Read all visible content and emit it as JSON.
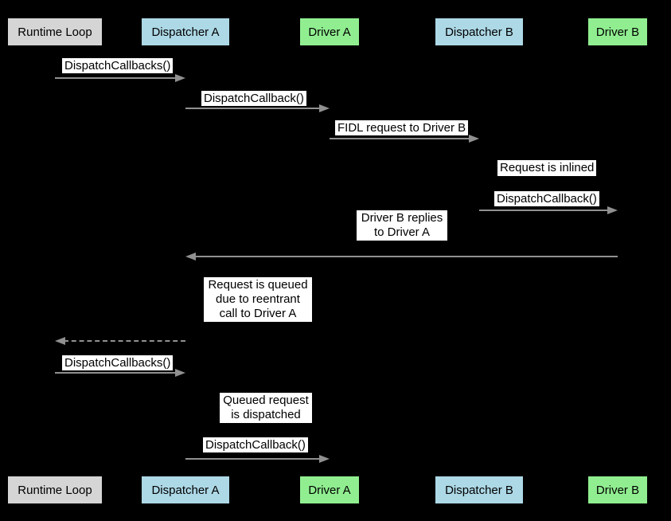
{
  "diagram": {
    "type": "sequence-diagram",
    "background_color": "#000000",
    "arrow_color": "#909090",
    "label_bg_color": "#ffffff",
    "label_text_color": "#000000"
  },
  "actors": [
    {
      "label": "Runtime Loop",
      "color": "#d5d5d5"
    },
    {
      "label": "Dispatcher A",
      "color": "#add8e6"
    },
    {
      "label": "Driver A",
      "color": "#90ee90"
    },
    {
      "label": "Dispatcher B",
      "color": "#add8e6"
    },
    {
      "label": "Driver B",
      "color": "#90ee90"
    }
  ],
  "messages": [
    {
      "label": "DispatchCallbacks()",
      "from": "Runtime Loop",
      "to": "Dispatcher A",
      "style": "solid"
    },
    {
      "label": "DispatchCallback()",
      "from": "Dispatcher A",
      "to": "Driver A",
      "style": "solid"
    },
    {
      "label": "FIDL request to Driver B",
      "from": "Driver A",
      "to": "Dispatcher B",
      "style": "solid"
    },
    {
      "label": "DispatchCallback()",
      "from": "Dispatcher B",
      "to": "Driver B",
      "style": "solid"
    },
    {
      "label": "",
      "from": "Driver B",
      "to": "Dispatcher A",
      "style": "solid"
    },
    {
      "label": "",
      "from": "Dispatcher A",
      "to": "Runtime Loop",
      "style": "dashed"
    },
    {
      "label": "DispatchCallbacks()",
      "from": "Runtime Loop",
      "to": "Dispatcher A",
      "style": "solid"
    },
    {
      "label": "DispatchCallback()",
      "from": "Dispatcher A",
      "to": "Driver A",
      "style": "solid"
    }
  ],
  "notes": [
    {
      "text": "Request is inlined"
    },
    {
      "text": "Driver B replies\nto Driver A"
    },
    {
      "text": "Request is queued\ndue to reentrant\ncall to Driver A"
    },
    {
      "text": "Queued request\nis dispatched"
    }
  ]
}
